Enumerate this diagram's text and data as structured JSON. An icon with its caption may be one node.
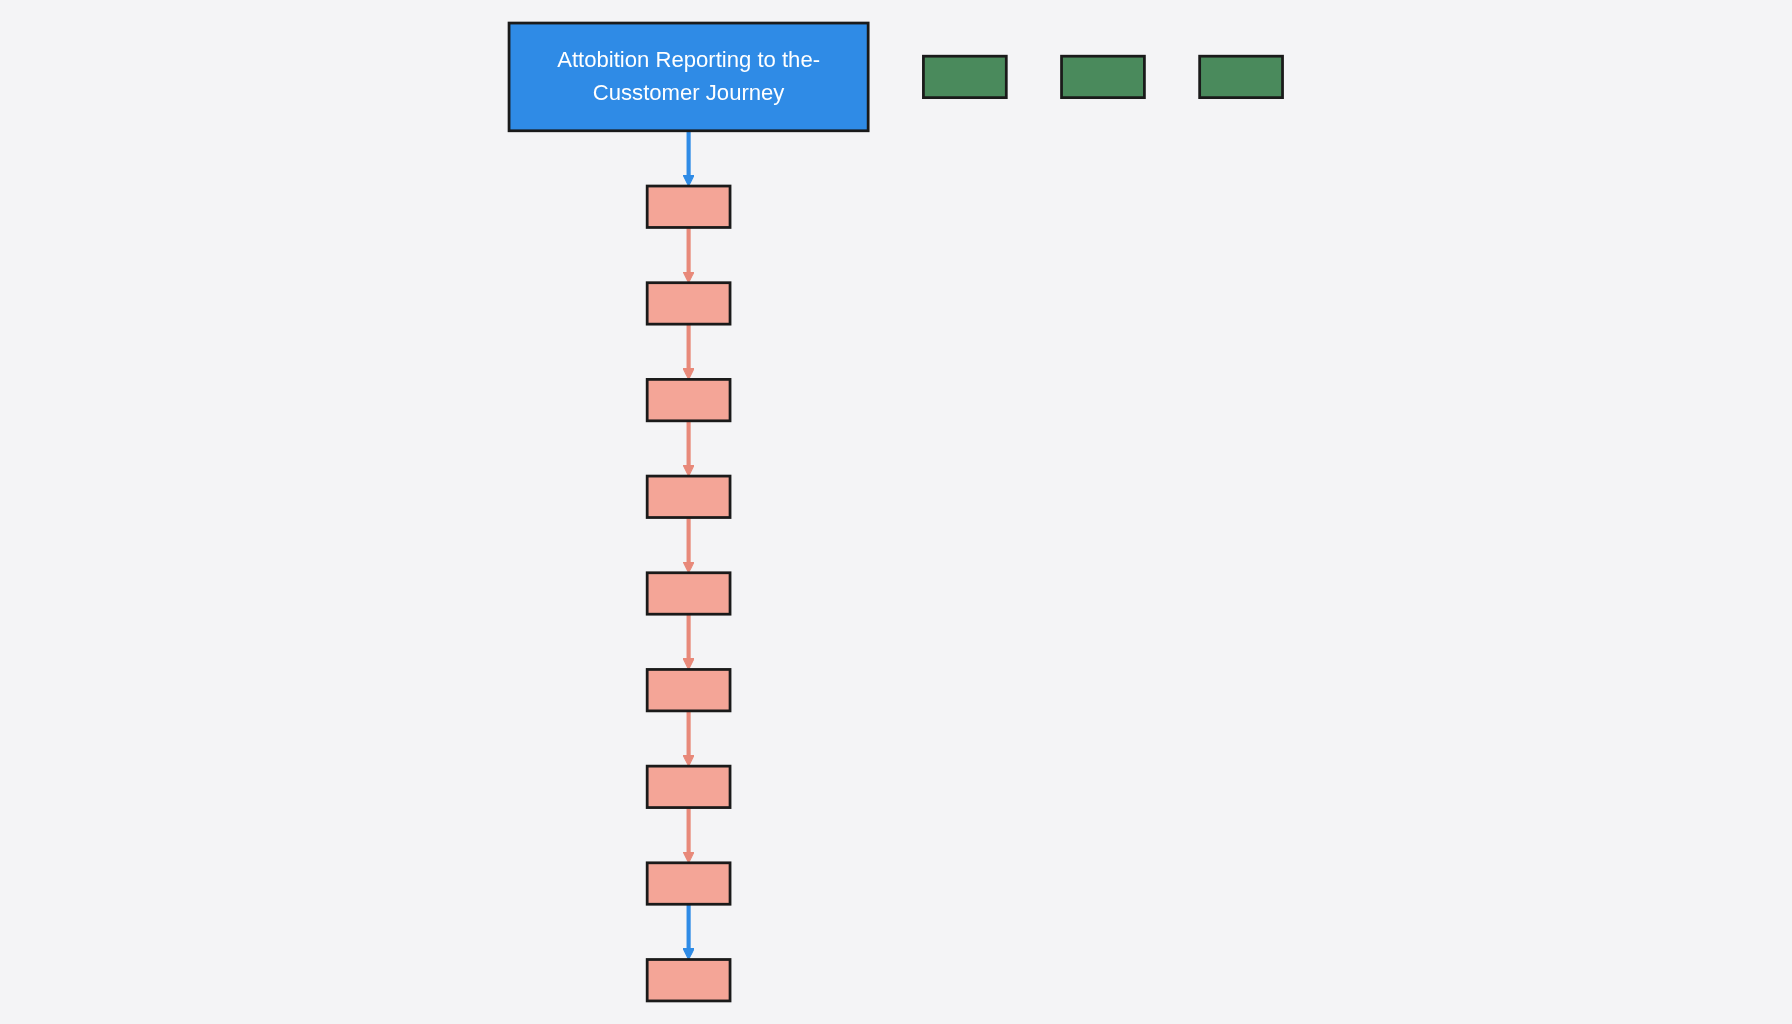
{
  "diagram": {
    "nodes": [
      {
        "text": [
          "Attobition Reporting to the-Cusstomer Journey"
        ]
      },
      {
        "text": [],
        "shape": "box"
      },
      {
        "text": [],
        "shape": "box"
      },
      {
        "text": [],
        "shape": "box"
      },
      {
        "text": [],
        "shape": "box"
      },
      {
        "text": [],
        "shape": "box"
      },
      {
        "text": [],
        "shape": "box"
      },
      {
        "text": [],
        "shape": "box"
      },
      {
        "text": [],
        "shape": "box"
      },
      {
        "text": [],
        "shape": "box"
      },
      {
        "text": [],
        "shape": "box"
      },
      {
        "text": [],
        "shape": "box"
      },
      {
        "text": [],
        "shape": "box"
      }
    ],
    "edges": [
      {
        "from": 0,
        "to": 1,
        "arrow": "to",
        "color": "#2f8be6"
      },
      {
        "from": 1,
        "to": 2,
        "arrow": "to"
      },
      {
        "from": 2,
        "to": 3,
        "arrow": "to"
      },
      {
        "from": 3,
        "to": 4,
        "arrow": "to"
      },
      {
        "from": 4,
        "to": 5,
        "arrow": "to"
      },
      {
        "from": 5,
        "to": 6,
        "arrow": "to"
      },
      {
        "from": 6,
        "to": 7,
        "arrow": "to"
      },
      {
        "from": 7,
        "to": 8,
        "arrow": "to"
      },
      {
        "from": 8,
        "to": 12,
        "arrow": "to",
        "color": "#2f8be6"
      }
    ]
  }
}
